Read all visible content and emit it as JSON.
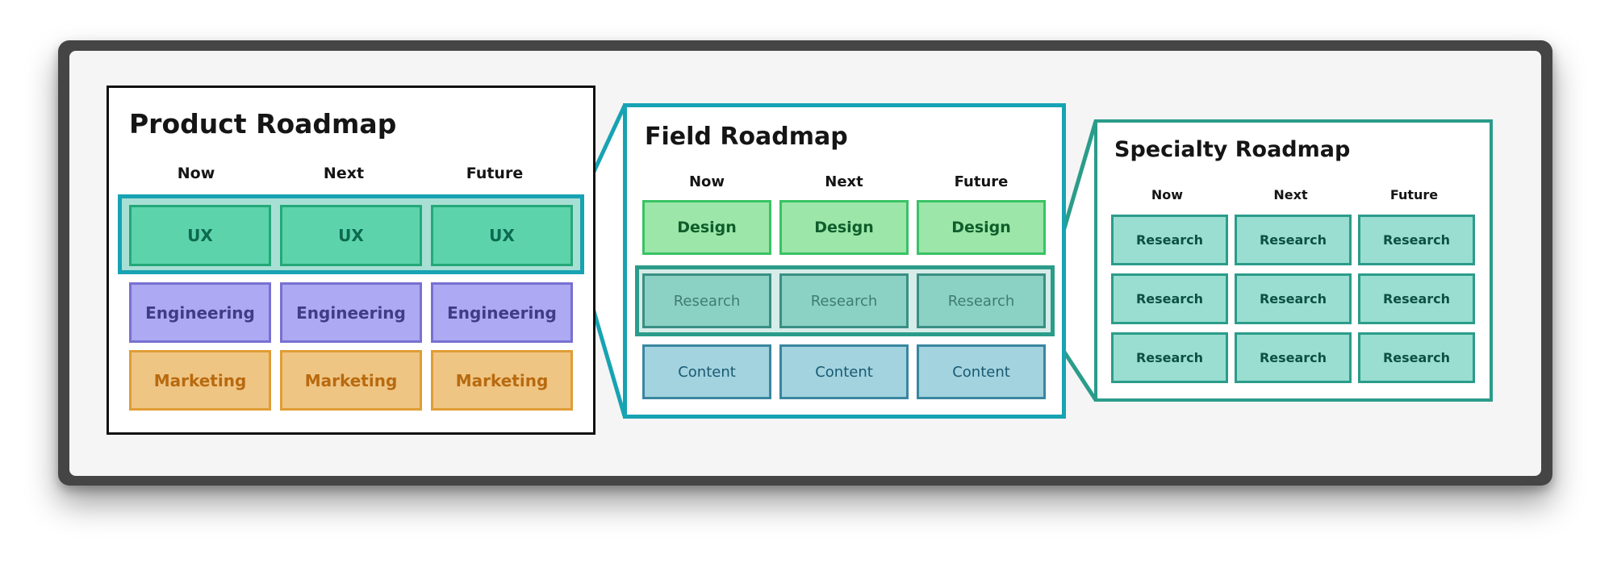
{
  "product": {
    "title": "Product Roadmap",
    "columns": [
      "Now",
      "Next",
      "Future"
    ],
    "rows": [
      [
        "UX",
        "UX",
        "UX"
      ],
      [
        "Engineering",
        "Engineering",
        "Engineering"
      ],
      [
        "Marketing",
        "Marketing",
        "Marketing"
      ]
    ]
  },
  "field": {
    "title": "Field Roadmap",
    "columns": [
      "Now",
      "Next",
      "Future"
    ],
    "rows": [
      [
        "Design",
        "Design",
        "Design"
      ],
      [
        "Research",
        "Research",
        "Research"
      ],
      [
        "Content",
        "Content",
        "Content"
      ]
    ]
  },
  "specialty": {
    "title": "Specialty Roadmap",
    "columns": [
      "Now",
      "Next",
      "Future"
    ],
    "rows": [
      [
        "Research",
        "Research",
        "Research"
      ],
      [
        "Research",
        "Research",
        "Research"
      ],
      [
        "Research",
        "Research",
        "Research"
      ]
    ]
  },
  "colors": {
    "highlight_teal": "#17a3b3",
    "highlight_green": "#2b9c8a",
    "ux": "#5dd3ac",
    "engineering": "#ada9f2",
    "marketing": "#efc584",
    "design": "#9be6a8",
    "content": "#a2d3df",
    "research": "#99ded0"
  }
}
